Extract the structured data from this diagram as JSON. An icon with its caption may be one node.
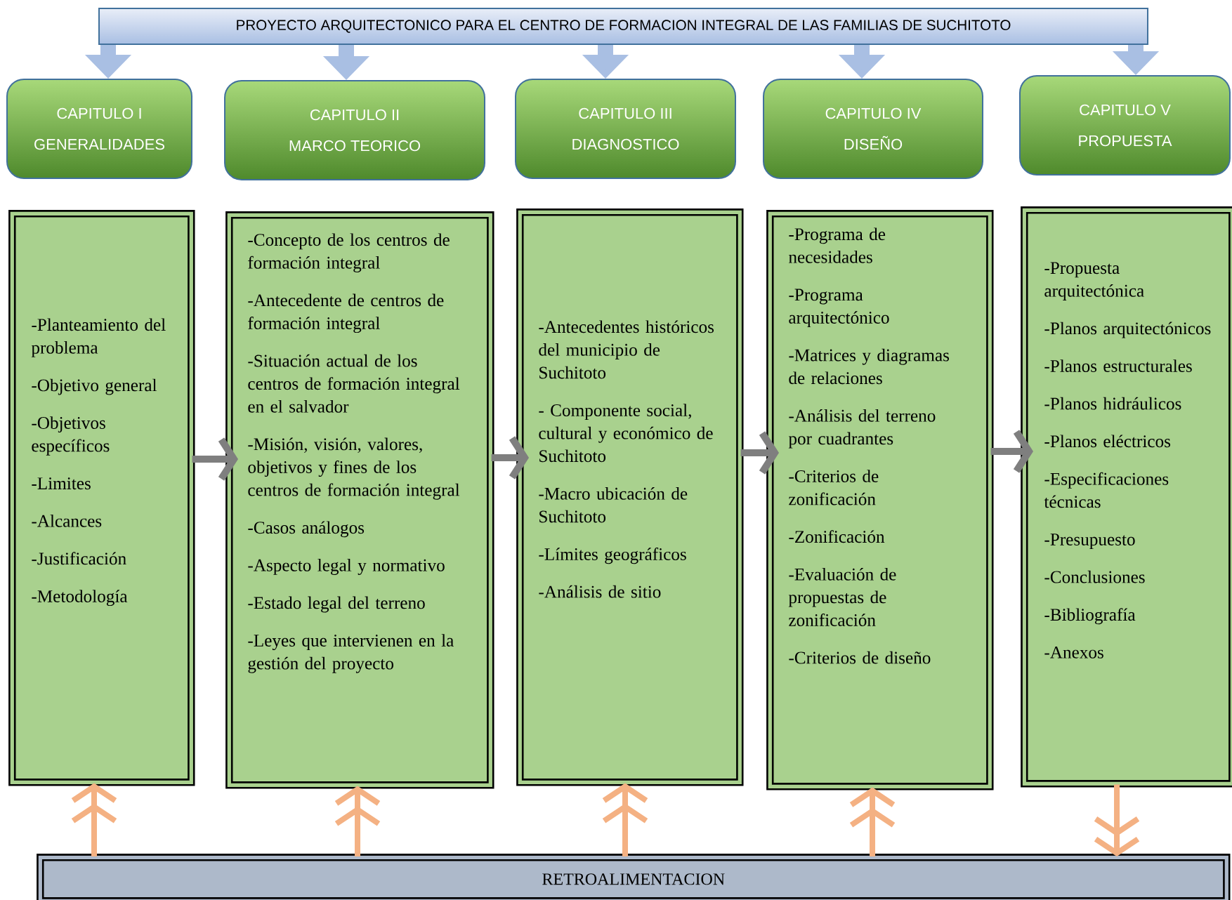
{
  "diagram": {
    "nodes": [
      {
        "text": [
          "PROYECTO ARQUITECTONICO PARA EL CENTRO DE FORMACION INTEGRAL DE LAS FAMILIAS DE SUCHITOTO"
        ]
      },
      {
        "text": [
          "CAPITULO I",
          "GENERALIDADES"
        ]
      },
      {
        "text": [
          "CAPITULO II",
          "MARCO TEORICO"
        ]
      },
      {
        "text": [
          "CAPITULO III",
          "DIAGNOSTICO"
        ]
      },
      {
        "text": [
          "CAPITULO IV",
          "DISEÑO"
        ]
      },
      {
        "text": [
          "CAPITULO V",
          "PROPUESTA"
        ]
      },
      {
        "text": [
          "-Planteamiento del problema",
          "-Objetivo general",
          "-Objetivos específicos",
          "-Limites",
          "-Alcances",
          "-Justificación",
          "-Metodología"
        ]
      },
      {
        "text": [
          "-Concepto de los centros de formación integral",
          "-Antecedente de centros de formación integral",
          "-Situación actual de los centros de formación integral en el salvador",
          "-Misión, visión, valores, objetivos y fines de los centros de formación integral",
          "-Casos análogos",
          "-Aspecto legal y normativo",
          "-Estado legal del terreno",
          "-Leyes que intervienen en la gestión del proyecto"
        ]
      },
      {
        "text": [
          "-Antecedentes históricos del municipio de Suchitoto",
          "- Componente social, cultural y económico de Suchitoto",
          "-Macro ubicación de Suchitoto",
          "-Límites geográficos",
          "-Análisis de sitio"
        ]
      },
      {
        "text": [
          "-Programa de necesidades",
          "-Programa arquitectónico",
          "-Matrices y diagramas de relaciones",
          "-Análisis del terreno por cuadrantes",
          "-Criterios de zonificación",
          "-Zonificación",
          "-Evaluación de propuestas de zonificación",
          "-Criterios de diseño"
        ]
      },
      {
        "text": [
          "-Propuesta arquitectónica",
          "-Planos arquitectónicos",
          "-Planos estructurales",
          "-Planos hidráulicos",
          "-Planos eléctricos",
          "-Especificaciones técnicas",
          "-Presupuesto",
          "-Conclusiones",
          "-Bibliografía",
          "-Anexos"
        ]
      },
      {
        "text": [
          "RETROALIMENTACION"
        ]
      }
    ],
    "edges": [
      {
        "from": 0,
        "to": 1,
        "arrow": "to",
        "style": "thick",
        "color": "#a9bfe3"
      },
      {
        "from": 0,
        "to": 2,
        "arrow": "to",
        "style": "thick",
        "color": "#a9bfe3"
      },
      {
        "from": 0,
        "to": 3,
        "arrow": "to",
        "style": "thick",
        "color": "#a9bfe3"
      },
      {
        "from": 0,
        "to": 4,
        "arrow": "to",
        "style": "thick",
        "color": "#a9bfe3"
      },
      {
        "from": 0,
        "to": 5,
        "arrow": "to",
        "style": "thick",
        "color": "#a9bfe3"
      },
      {
        "from": 6,
        "to": 7,
        "arrow": "to",
        "color": "#7f7f7f"
      },
      {
        "from": 7,
        "to": 8,
        "arrow": "to",
        "color": "#7f7f7f"
      },
      {
        "from": 8,
        "to": 9,
        "arrow": "to",
        "color": "#7f7f7f"
      },
      {
        "from": 9,
        "to": 10,
        "arrow": "to",
        "color": "#7f7f7f"
      },
      {
        "from": 11,
        "to": 6,
        "arrow": "to",
        "color": "#f4b183"
      },
      {
        "from": 11,
        "to": 7,
        "arrow": "to",
        "color": "#f4b183"
      },
      {
        "from": 11,
        "to": 8,
        "arrow": "to",
        "color": "#f4b183"
      },
      {
        "from": 11,
        "to": 9,
        "arrow": "to",
        "color": "#f4b183"
      },
      {
        "from": 10,
        "to": 11,
        "arrow": "to",
        "color": "#f4b183"
      }
    ]
  }
}
